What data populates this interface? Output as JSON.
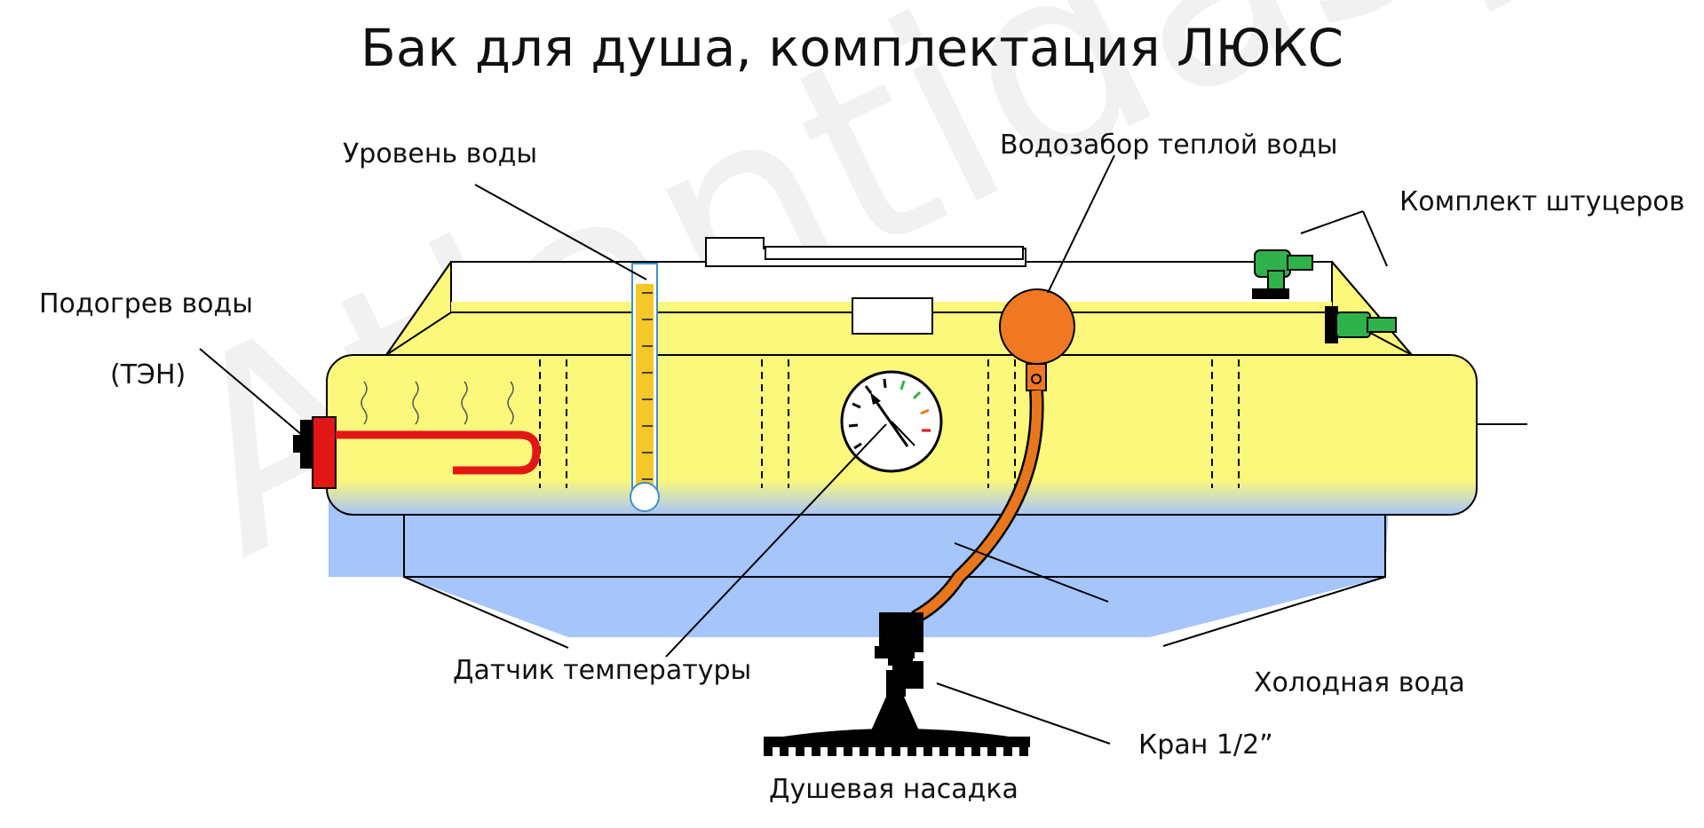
{
  "title": "Бак для душа, комплектация ЛЮКС",
  "watermark": "Atlantidaspb.ru",
  "labels": {
    "water_level": "Уровень воды",
    "warm_intake": "Водозабор теплой воды",
    "fittings": "Комплект штуцеров",
    "heater_line1": "Подогрев воды",
    "heater_line2": "(ТЭН)",
    "temp_sensor": "Датчик температуры",
    "cold_water": "Холодная вода",
    "valve": "Кран 1/2”",
    "shower_head": "Душевая насадка"
  },
  "colors": {
    "warm_water": "#fbf87b",
    "cold_water": "#a5c5fb",
    "heater": "#e31616",
    "float": "#f07822",
    "hose": "#e8761c",
    "fittings": "#2fb24a",
    "gauge_arrow": "#111111"
  }
}
